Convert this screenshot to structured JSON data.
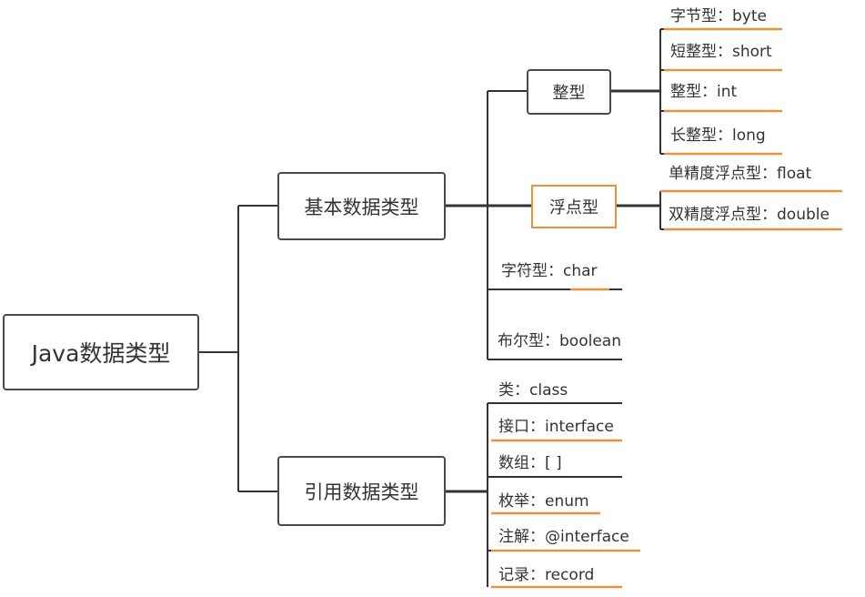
{
  "colors": {
    "line": "#333333",
    "accent": "#e8913e",
    "box_border": "#4a4a4a"
  },
  "root": {
    "label": "Java数据类型"
  },
  "primitive": {
    "label": "基本数据类型",
    "integer": {
      "label": "整型",
      "items": [
        "字节型：byte",
        "短整型：short",
        "整型：int",
        "长整型：long"
      ]
    },
    "float": {
      "label": "浮点型",
      "items": [
        "单精度浮点型：float",
        "双精度浮点型：double"
      ]
    },
    "char": {
      "label": "字符型：char"
    },
    "boolean": {
      "label": "布尔型：boolean"
    }
  },
  "reference": {
    "label": "引用数据类型",
    "items": [
      "类：class",
      "接口：interface",
      "数组：[ ]",
      "枚举：enum",
      "注解：@interface",
      "记录：record"
    ]
  }
}
